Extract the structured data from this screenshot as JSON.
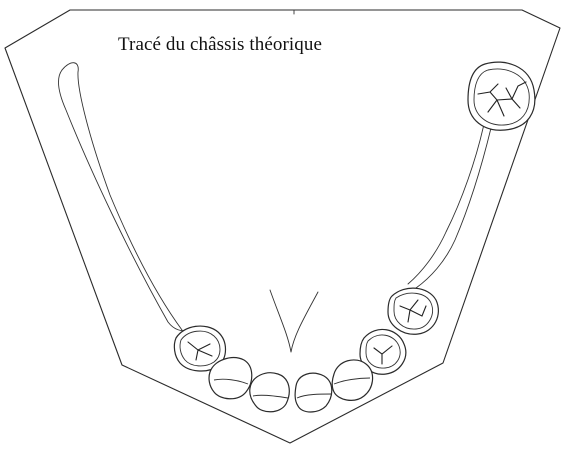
{
  "diagram": {
    "title": "Tracé du châssis théorique",
    "colors": {
      "line": "#2b2b2b",
      "background": "#ffffff"
    },
    "elements": [
      "frame-outline",
      "left-wire-arm",
      "right-wire-arm",
      "lingual-bar-v",
      "left-premolar",
      "right-premolar",
      "right-molar-top",
      "incisor-teeth"
    ]
  }
}
